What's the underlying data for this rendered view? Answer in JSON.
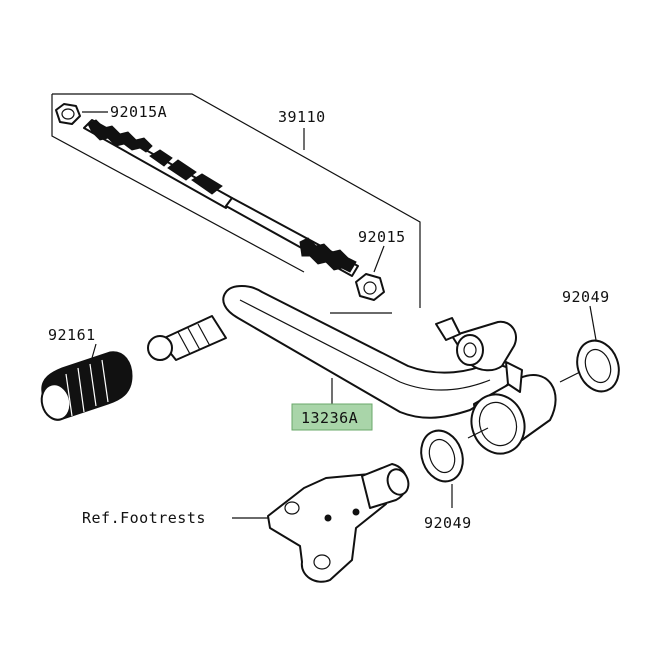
{
  "colors": {
    "line": "#111111",
    "highlight_fill": "#a9d5a9",
    "highlight_border": "#6aa86a",
    "background": "#ffffff"
  },
  "callouts": {
    "c92015A": "92015A",
    "c39110": "39110",
    "c92015": "92015",
    "c92049_top": "92049",
    "c92161": "92161",
    "c13236A": "13236A",
    "c92049_bottom": "92049",
    "ref_footrests": "Ref.Footrests"
  }
}
